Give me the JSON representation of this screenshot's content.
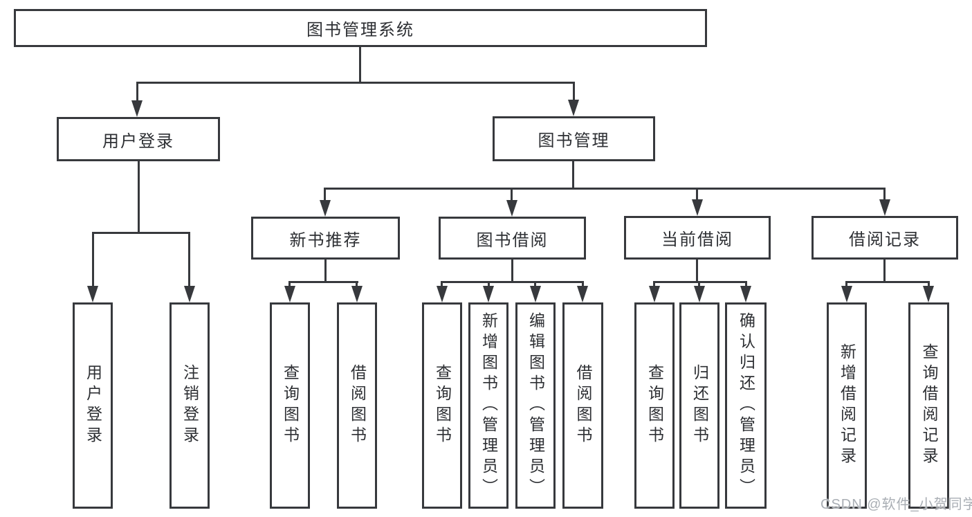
{
  "tree": {
    "root_label": "图书管理系统",
    "children": [
      {
        "label": "用户登录",
        "children": [
          "用户登录",
          "注销登录"
        ]
      },
      {
        "label": "图书管理",
        "children": [
          {
            "label": "新书推荐",
            "children": [
              "查询图书",
              "借阅图书"
            ]
          },
          {
            "label": "图书借阅",
            "children": [
              "查询图书",
              "新增图书（管理员）",
              "编辑图书（管理员）",
              "借阅图书"
            ]
          },
          {
            "label": "当前借阅",
            "children": [
              "查询图书",
              "归还图书",
              "确认归还（管理员）"
            ]
          },
          {
            "label": "借阅记录",
            "children": [
              "新增借阅记录",
              "查询借阅记录"
            ]
          }
        ]
      }
    ]
  },
  "watermark": {
    "text": "CSDN @软件_小贺同学"
  },
  "colors": {
    "line": "#37393d",
    "text": "#2d2f33",
    "watermark": "#a9aeb4",
    "background": "#ffffff"
  }
}
